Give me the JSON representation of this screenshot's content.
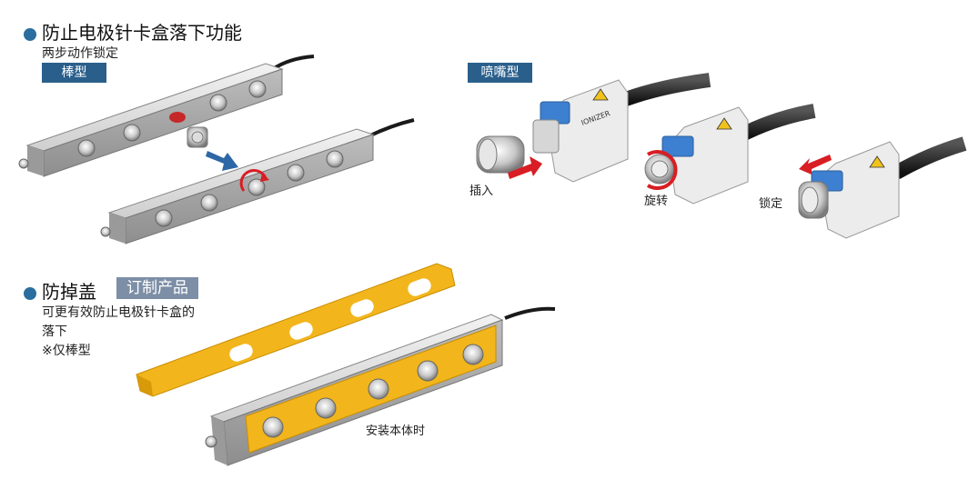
{
  "section1": {
    "title": "防止电极针卡盒落下功能",
    "subtitle": "两步动作锁定",
    "tag_bar": "棒型",
    "tag_nozzle": "喷嘴型",
    "captions": {
      "insert": "插入",
      "rotate": "旋转",
      "lock": "锁定"
    },
    "ionizer_label": "IONIZER"
  },
  "section2": {
    "title": "防掉盖",
    "tag_custom": "订制产品",
    "desc_line1": "可更有效防止电极针卡盒的",
    "desc_line2": "落下",
    "note": "※仅棒型",
    "caption_installed": "安装本体时"
  },
  "colors": {
    "bullet": "#2b6d9f",
    "tag_blue": "#2a5f8c",
    "tag_grey": "#7d8fa6",
    "cover_yellow": "#f2b51c",
    "arrow_red": "#d81e24",
    "arrow_blue": "#2e67a6"
  }
}
